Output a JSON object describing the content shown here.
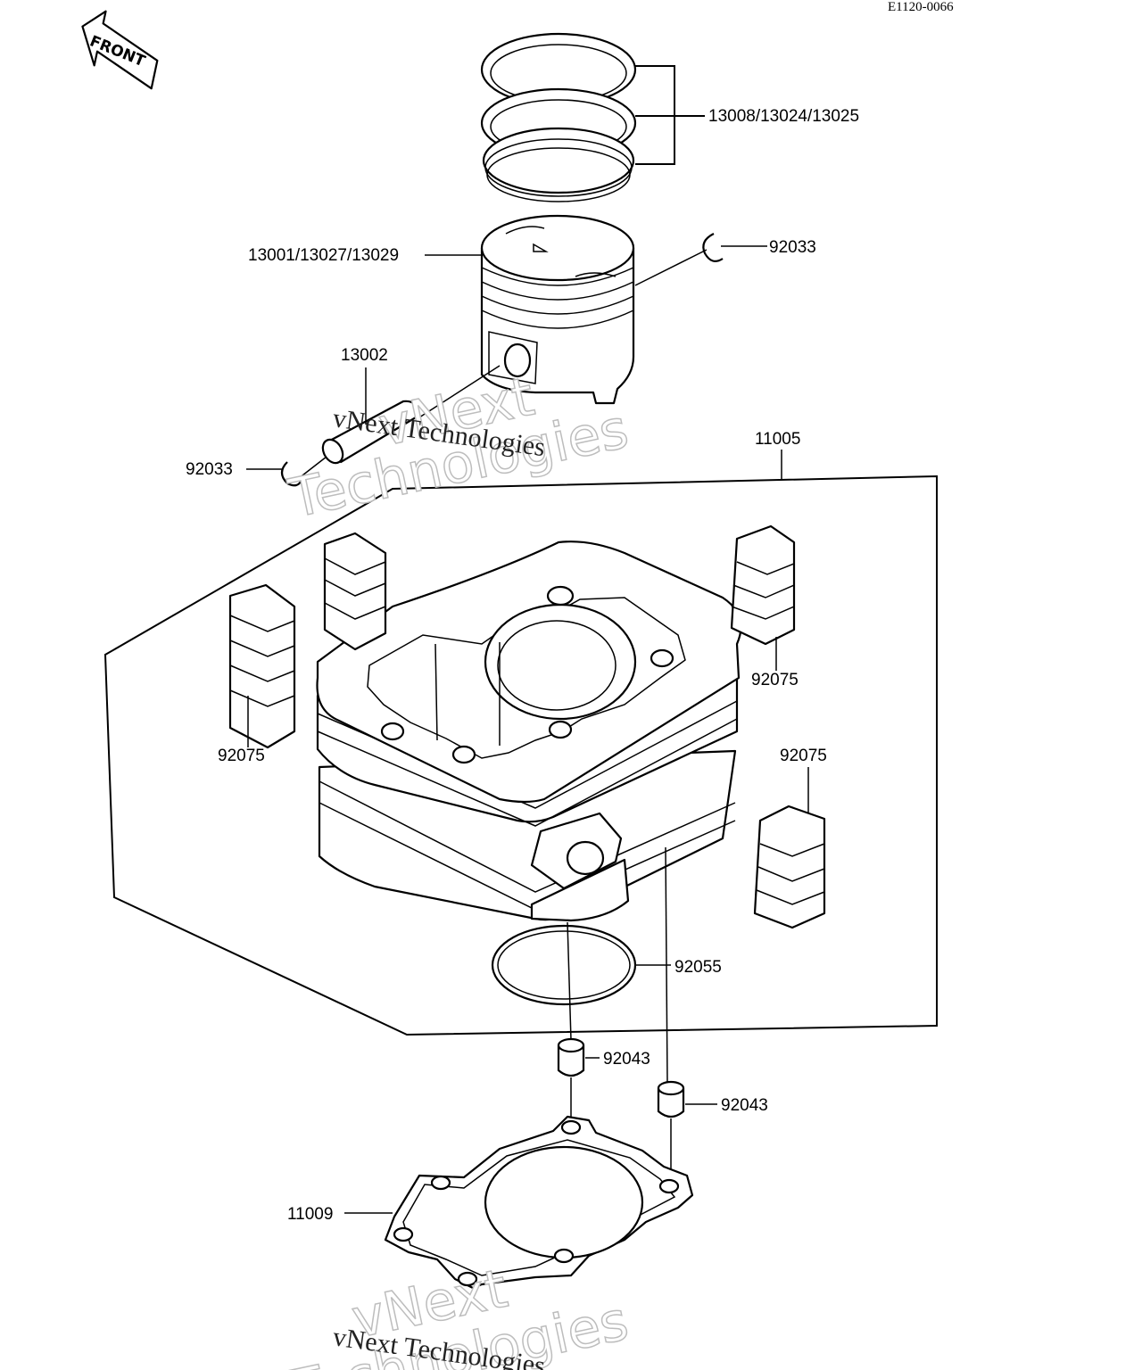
{
  "reference_code": "E1120-0066",
  "front_marker": "FRONT",
  "labels": {
    "rings": "13008/13024/13025",
    "piston": "13001/13027/13029",
    "clip_right": "92033",
    "pin": "13002",
    "clip_left": "92033",
    "cylinder": "11005",
    "rubber_left": "92075",
    "rubber_right_top": "92075",
    "rubber_right": "92075",
    "oring": "92055",
    "dowel_left": "92043",
    "dowel_right": "92043",
    "gasket": "11009"
  },
  "watermarks": {
    "big_1a": "vNext",
    "big_1b": "Technologies",
    "small_1": "vNext Technologies",
    "big_2a": "vNext",
    "big_2b": "Technologies",
    "small_2": "vNext Technologies"
  }
}
